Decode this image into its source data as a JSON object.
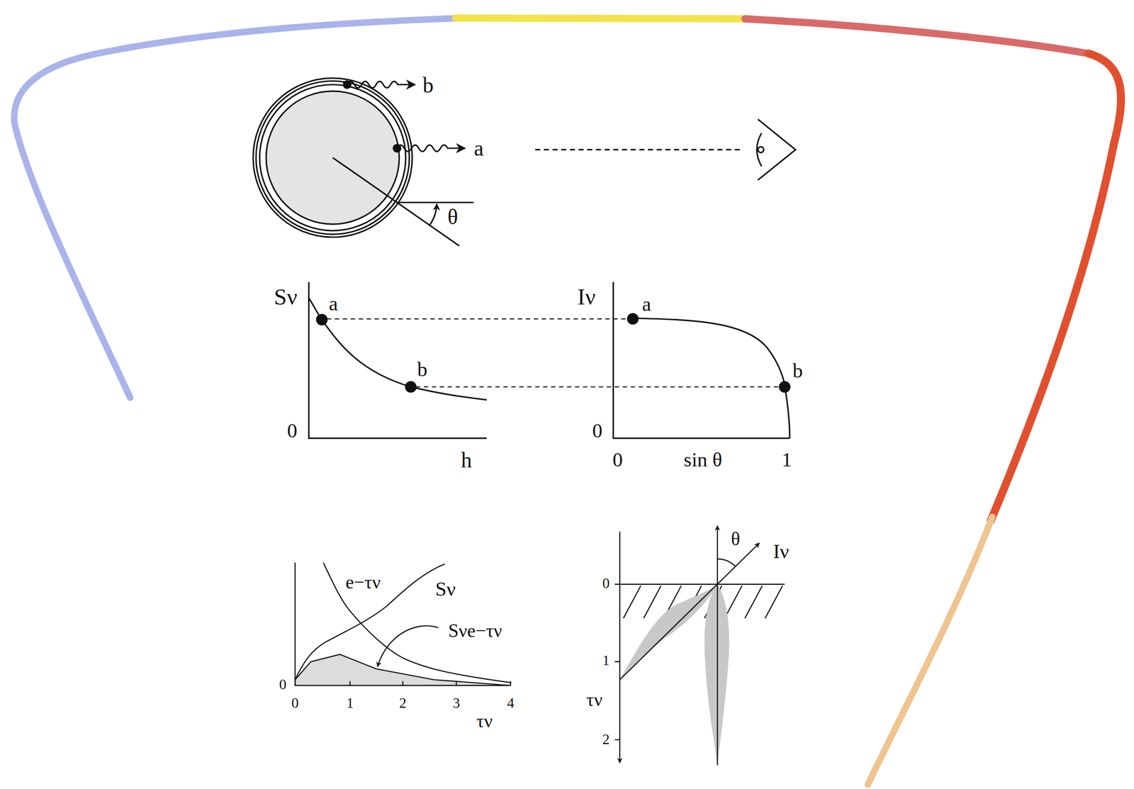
{
  "diagram": {
    "labels": [
      "b",
      "a",
      "θ",
      "Sν",
      "a",
      "b",
      "0",
      "h",
      "Iν",
      "a",
      "b",
      "0",
      "0",
      "sin θ",
      "1",
      "e−τν",
      "Sν",
      "Sνe−τν",
      "0",
      "0",
      "1",
      "2",
      "3",
      "4",
      "τν",
      "θ",
      "Iν",
      "0",
      "1",
      "τν",
      "2"
    ]
  }
}
